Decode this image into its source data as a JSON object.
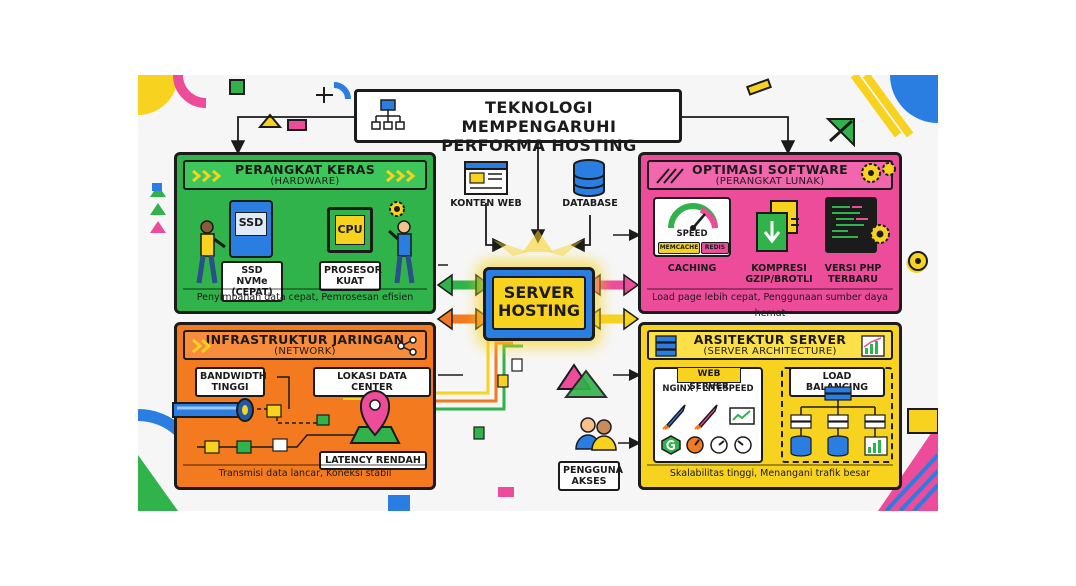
{
  "title": {
    "line1": "TEKNOLOGI MEMPENGARUHI",
    "line2": "PERFORMA HOSTING"
  },
  "center": {
    "line1": "SERVER",
    "line2": "HOSTING"
  },
  "inputs": {
    "content": "KONTEN WEB",
    "database": "DATABASE",
    "users_line1": "PENGGUNA",
    "users_line2": "AKSES"
  },
  "hardware": {
    "title": "PERANGKAT KERAS",
    "subtitle": "(HARDWARE)",
    "ssd_chip": "SSD",
    "cpu_chip": "CPU",
    "ssd_label_line1": "SSD NVMe",
    "ssd_label_line2": "(CEPAT)",
    "cpu_label_line1": "PROSESOR",
    "cpu_label_line2": "KUAT",
    "footer": "Penyimpanan data cepat, Pemrosesan efisien"
  },
  "software": {
    "title": "OPTIMASI SOFTWARE",
    "subtitle": "(PERANGKAT LUNAK)",
    "gauge_label": "SPEED",
    "tag_memcache": "MEMCACHE",
    "tag_redis": "REDIS",
    "caching": "CACHING",
    "compress_line1": "KOMPRESI",
    "compress_line2": "GZIP/BROTLI",
    "php_line1": "VERSI PHP",
    "php_line2": "TERBARU",
    "footer": "Load page lebih cepat, Penggunaan sumber daya hemat"
  },
  "network": {
    "title": "INFRASTRUKTUR JARINGAN",
    "subtitle": "(NETWORK)",
    "bandwidth_line1": "BANDWIDTH",
    "bandwidth_line2": "TINGGI",
    "datacenter": "LOKASI DATA CENTER",
    "latency": "LATENCY RENDAH",
    "footer": "Transmisi data lancar, Koneksi stabil"
  },
  "architecture": {
    "title": "ARSITEKTUR SERVER",
    "subtitle": "(SERVER ARCHITECTURE)",
    "webserver": "WEB SERVER",
    "webserver_sub": "NGINX / LITESPEED",
    "loadbalancing": "LOAD BALANCING",
    "footer": "Skalabilitas tinggi, Menangani trafik besar"
  },
  "colors": {
    "green": "#2fb34a",
    "pink": "#ec4c9a",
    "orange": "#f47a20",
    "yellow": "#f7d21e",
    "blue": "#2a7de1",
    "outline": "#1b1b1b"
  }
}
